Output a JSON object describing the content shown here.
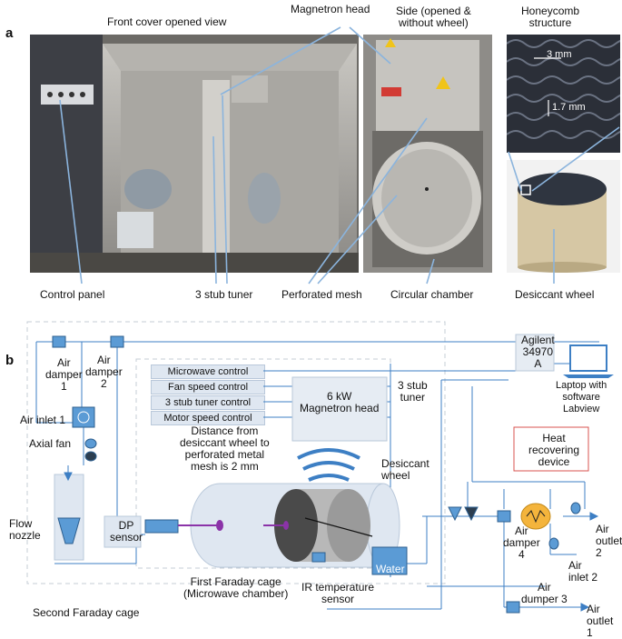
{
  "panel_a": {
    "letter": "a",
    "labels": {
      "front_cover": "Front cover opened view",
      "magnetron_head": "Magnetron head",
      "side_view": "Side (opened &\nwithout wheel)",
      "honeycomb": "Honeycomb\nstructure",
      "dim_3mm": "3 mm",
      "dim_17mm": "1.7 mm",
      "control_panel": "Control panel",
      "stub_tuner": "3 stub tuner",
      "perforated_mesh": "Perforated mesh",
      "circular_chamber": "Circular chamber",
      "desiccant_wheel": "Desiccant wheel"
    }
  },
  "panel_b": {
    "letter": "b",
    "controls": [
      "Microwave control",
      "Fan speed control",
      "3 stub tuner control",
      "Motor speed control"
    ],
    "labels": {
      "air_damper_1": "Air\ndamper\n1",
      "air_damper_2": "Air\ndamper\n2",
      "air_inlet_1": "Air inlet 1",
      "axial_fan": "Axial fan",
      "flow_nozzle": "Flow\nnozzle",
      "dp_sensor": "DP\nsensor",
      "agilent": "Agilent\n34970\nA",
      "laptop": "Laptop with\nsoftware\nLabview",
      "magnetron": "6 kW\nMagnetron head",
      "stub_tuner": "3 stub\ntuner",
      "distance_note": "Distance from\ndesiccant wheel to\nperforated metal\nmesh is 2 mm",
      "desiccant_wheel": "Desiccant\nwheel",
      "heat_recovering": "Heat\nrecovering\ndevice",
      "air_damper_4": "Air\ndamper\n4",
      "air_outlet_2": "Air\noutlet 2",
      "air_inlet_2": "Air\ninlet 2",
      "air_dumper_3": "Air\ndumper 3",
      "air_outlet_1": "Air\noutlet 1",
      "water": "Water",
      "ir_sensor": "IR temperature\nsensor",
      "first_faraday": "First Faraday cage\n(Microwave chamber)",
      "second_faraday": "Second Faraday cage"
    }
  },
  "colors": {
    "line_blue": "#3d7fc4",
    "box_fill": "#dfe7f1",
    "component_blue": "#5b9bd5",
    "heat_box_border": "#d9534f",
    "magnetron_fill": "#e6ecf3"
  }
}
